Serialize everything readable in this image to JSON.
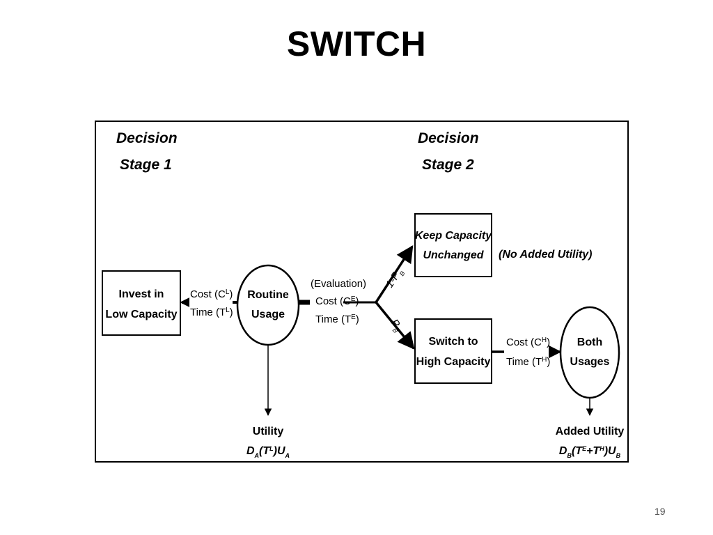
{
  "slide": {
    "title": "SWITCH",
    "page_number": "19"
  },
  "diagram": {
    "stage1": {
      "line1": "Decision",
      "line2": "Stage 1"
    },
    "stage2": {
      "line1": "Decision",
      "line2": "Stage 2"
    },
    "invest_box": {
      "line1": "Invest in",
      "line2": "Low Capacity"
    },
    "cost_time_1": {
      "cost": "Cost (C",
      "cost_sup": "L",
      "cost_close": ")",
      "time": "Time (T",
      "time_sup": "L",
      "time_close": ")"
    },
    "routine_circle": {
      "line1": "Routine",
      "line2": "Usage"
    },
    "evaluation": {
      "line1": "(Evaluation)",
      "cost": "Cost (C",
      "cost_sup": "E",
      "cost_close": ")",
      "time": "Time (T",
      "time_sup": "E",
      "time_close": ")"
    },
    "prob_upper": "1-P",
    "prob_upper_sub": "B",
    "prob_lower": "P",
    "prob_lower_sub": "B",
    "keep_box": {
      "line1": "Keep Capacity",
      "line2": "Unchanged"
    },
    "no_added_utility": "(No Added Utility)",
    "switch_box": {
      "line1": "Switch to",
      "line2": "High Capacity"
    },
    "cost_time_2": {
      "cost": "Cost (C",
      "cost_sup": "H",
      "cost_close": ")",
      "time": "Time (T",
      "time_sup": "H",
      "time_close": ")"
    },
    "both_circle": {
      "line1": "Both",
      "line2": "Usages"
    },
    "utility_a": {
      "line1": "Utility",
      "d": "D",
      "d_sub": "A",
      "t_open": "(T",
      "t_sup": "L",
      "t_close": ")U",
      "u_sub": "A"
    },
    "utility_b": {
      "line1": "Added  Utility",
      "d": "D",
      "d_sub": "B",
      "t_open": "(T",
      "t_sup": "E",
      "plus": "+T",
      "t2_sup": "H",
      "t_close": ")U",
      "u_sub": "B"
    }
  }
}
